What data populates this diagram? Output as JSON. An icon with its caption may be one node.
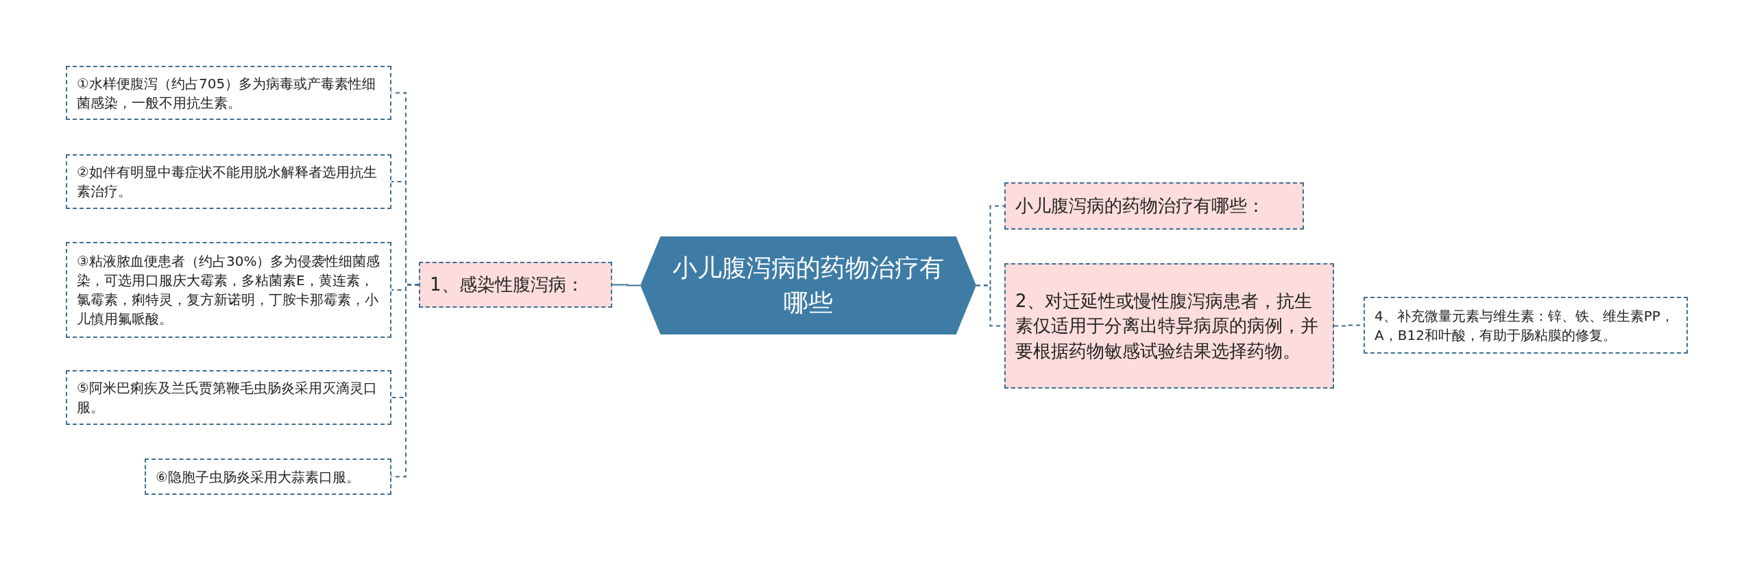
{
  "diagram": {
    "nodes": [
      {
        "text": [
          "小儿腹泻病的药物治疗有哪些"
        ]
      },
      {
        "text": [
          "1、感染性腹泻病："
        ]
      },
      {
        "text": [
          "①水样便腹泻（约占705）多为病毒或产毒素性细菌感染，一般不用抗生素。"
        ]
      },
      {
        "text": [
          "②如伴有明显中毒症状不能用脱水解释者选用抗生素治疗。"
        ]
      },
      {
        "text": [
          "③粘液脓血便患者（约占30%）多为侵袭性细菌感染，可选用口服庆大霉素，多粘菌素E，黄连素，氯霉素，痢特灵，复方新诺明，丁胺卡那霉素，小儿慎用氟哌酸。"
        ]
      },
      {
        "text": [
          "⑤阿米巴痢疾及兰氏贾第鞭毛虫肠炎采用灭滴灵口服。"
        ]
      },
      {
        "text": [
          "⑥隐胞子虫肠炎采用大蒜素口服。"
        ]
      },
      {
        "text": [
          "小儿腹泻病的药物治疗有哪些："
        ]
      },
      {
        "text": [
          "2、对迁延性或慢性腹泻病患者，抗生素仅适用于分离出特异病原的病例，并要根据药物敏感试验结果选择药物。"
        ]
      },
      {
        "text": [
          "4、补充微量元素与维生素：锌、铁、维生素PP，A，B12和叶酸，有助于肠粘膜的修复。"
        ]
      }
    ],
    "edges": [
      {
        "from": 0,
        "to": 1,
        "arrow": "none"
      },
      {
        "from": 1,
        "to": 2,
        "arrow": "none",
        "style": "dashed"
      },
      {
        "from": 1,
        "to": 3,
        "arrow": "none",
        "style": "dashed"
      },
      {
        "from": 1,
        "to": 4,
        "arrow": "none",
        "style": "dashed"
      },
      {
        "from": 1,
        "to": 5,
        "arrow": "none",
        "style": "dashed"
      },
      {
        "from": 1,
        "to": 6,
        "arrow": "none",
        "style": "dashed"
      },
      {
        "from": 0,
        "to": 7,
        "arrow": "none",
        "style": "dashed"
      },
      {
        "from": 0,
        "to": 8,
        "arrow": "none",
        "style": "dashed"
      },
      {
        "from": 8,
        "to": 9,
        "arrow": "none",
        "style": "dashed"
      }
    ]
  }
}
